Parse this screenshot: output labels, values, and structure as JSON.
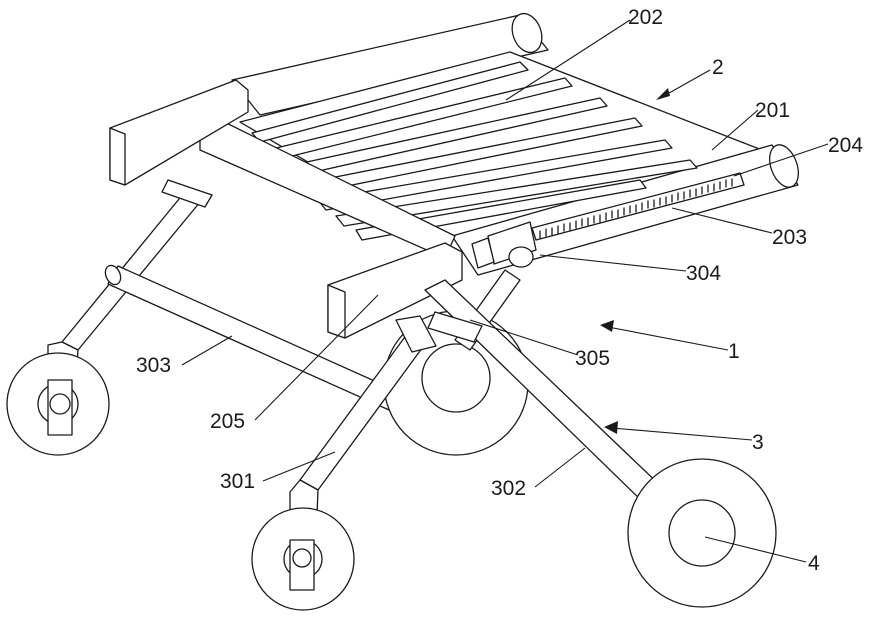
{
  "labels": {
    "l202": "202",
    "l2": "2",
    "l201": "201",
    "l204": "204",
    "l203": "203",
    "l304": "304",
    "l1": "1",
    "l305": "305",
    "l303": "303",
    "l205": "205",
    "l3": "3",
    "l301": "301",
    "l302": "302",
    "l4": "4"
  },
  "colors": {
    "line": "#1a1a1a",
    "background": "#ffffff"
  }
}
